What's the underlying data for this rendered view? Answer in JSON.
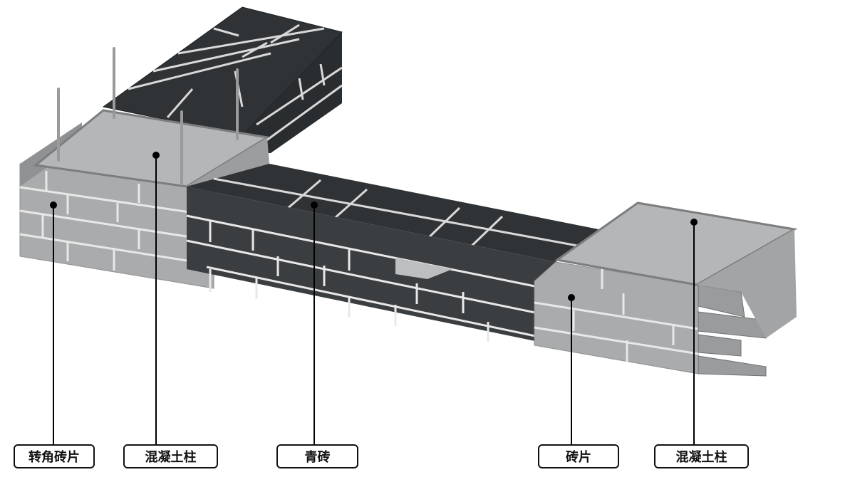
{
  "labels": {
    "corner_brick_slip": "转角砖片",
    "concrete_column_left": "混凝土柱",
    "blue_brick": "青砖",
    "brick_slip": "砖片",
    "concrete_column_right": "混凝土柱"
  },
  "colors": {
    "dark_brick": "#2f3336",
    "gray_brick": "#a9abad",
    "concrete": "#b5b6b7",
    "mortar": "#e8e8e8",
    "rebar": "#9a9a9a",
    "leader_line": "#000000"
  }
}
